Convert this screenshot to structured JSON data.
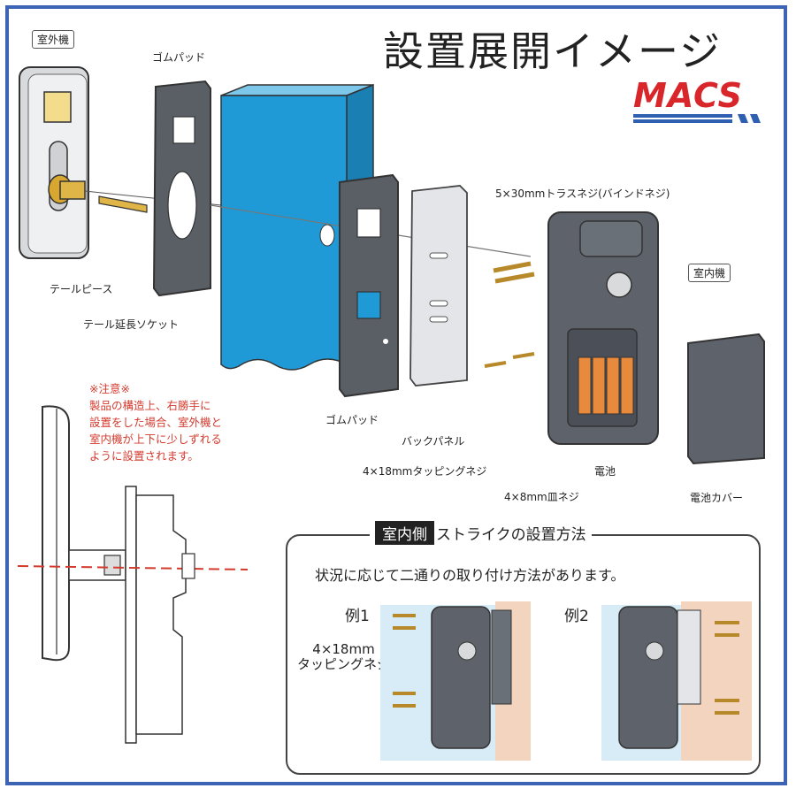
{
  "title": "設置展開イメージ",
  "brand": "MACS",
  "outdoor_unit_label": "室外機",
  "indoor_unit_label": "室内機",
  "parts": {
    "rubber_pad_outer": "ゴムパッド",
    "tail_piece": "テールピース",
    "tail_extension_socket": "テール延長ソケット",
    "rubber_pad_inner": "ゴムパッド",
    "back_panel": "バックパネル",
    "truss_screw": "5×30mmトラスネジ(バインドネジ)",
    "tapping_screw": "4×18mmタッピングネジ",
    "flat_screw": "4×8mm皿ネジ",
    "battery": "電池",
    "battery_cover": "電池カバー"
  },
  "notice": {
    "heading": "※注意※",
    "lines": [
      "製品の構造上、右勝手に",
      "設置をした場合、室外機と",
      "室内機が上下に少しずれる",
      "ように設置されます。"
    ]
  },
  "strike": {
    "tag": "室内側",
    "title": "ストライクの設置方法",
    "subtitle": "状況に応じて二通りの取り付け方法があります。",
    "example1": "例1",
    "example2": "例2",
    "screw_line1": "4×18mm",
    "screw_line2": "タッピングネジ"
  },
  "colors": {
    "frame": "#3d63b5",
    "door": "#1f9ad6",
    "pad": "#5a5f66",
    "brass": "#d7a72f",
    "battery": "#e88a3c",
    "note": "#d43b2f",
    "brand": "#d8262b"
  }
}
